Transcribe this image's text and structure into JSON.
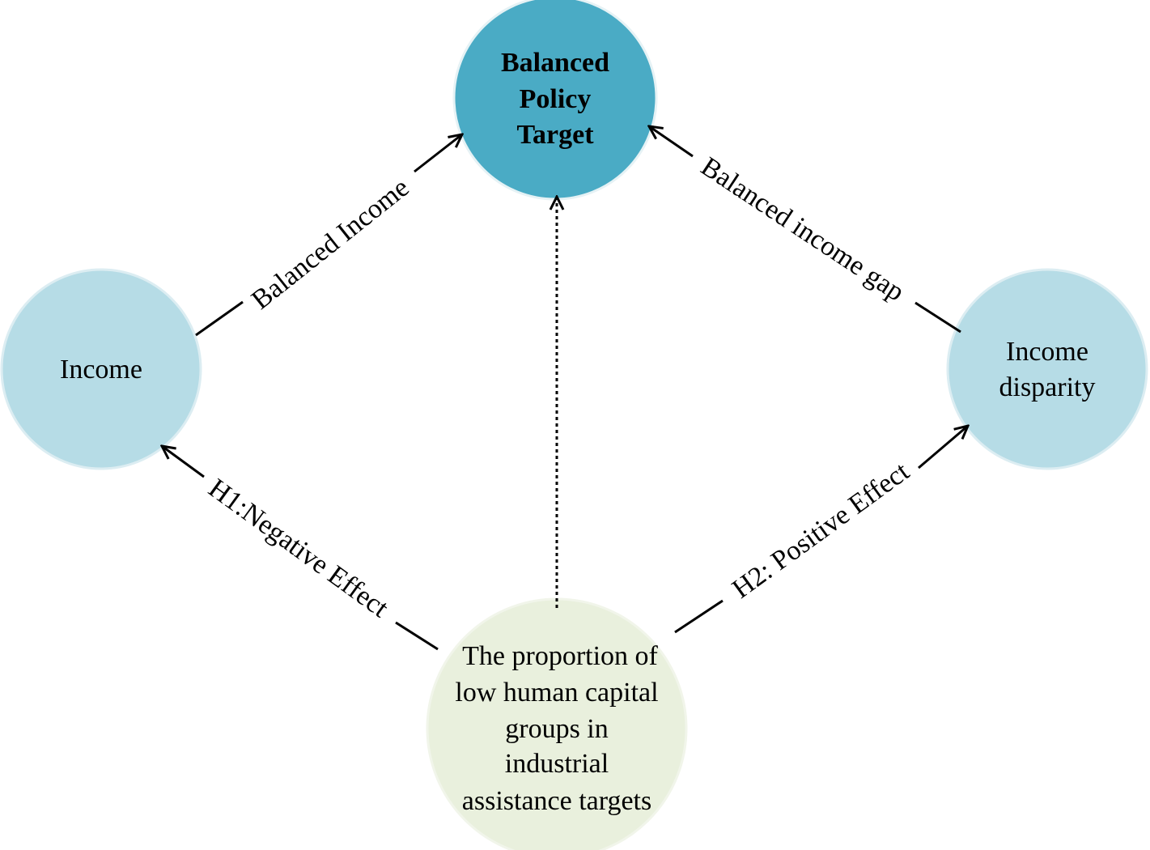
{
  "colors": {
    "policy_node": "#4aabc5",
    "income_node": "#b6dce6",
    "disparity_node": "#b6dce6",
    "proportion_node": "#e9f0dd",
    "line": "#000000"
  },
  "nodes": {
    "policy": {
      "lines": [
        "Balanced",
        "Policy",
        "Target"
      ]
    },
    "income": {
      "lines": [
        "Income"
      ]
    },
    "disparity": {
      "lines": [
        "Income",
        "disparity"
      ]
    },
    "proportion": {
      "lines": [
        "The proportion of",
        "low human capital",
        "groups in",
        "industrial",
        "assistance targets"
      ]
    }
  },
  "edges": {
    "income_to_policy": {
      "label": "Balanced Income"
    },
    "disparity_to_policy": {
      "label": "Balanced income gap"
    },
    "proportion_to_income": {
      "label": "H1:Negative Effect"
    },
    "proportion_to_disparity": {
      "label": "H2: Positive Effect"
    },
    "proportion_to_policy": {
      "style": "dotted"
    }
  }
}
